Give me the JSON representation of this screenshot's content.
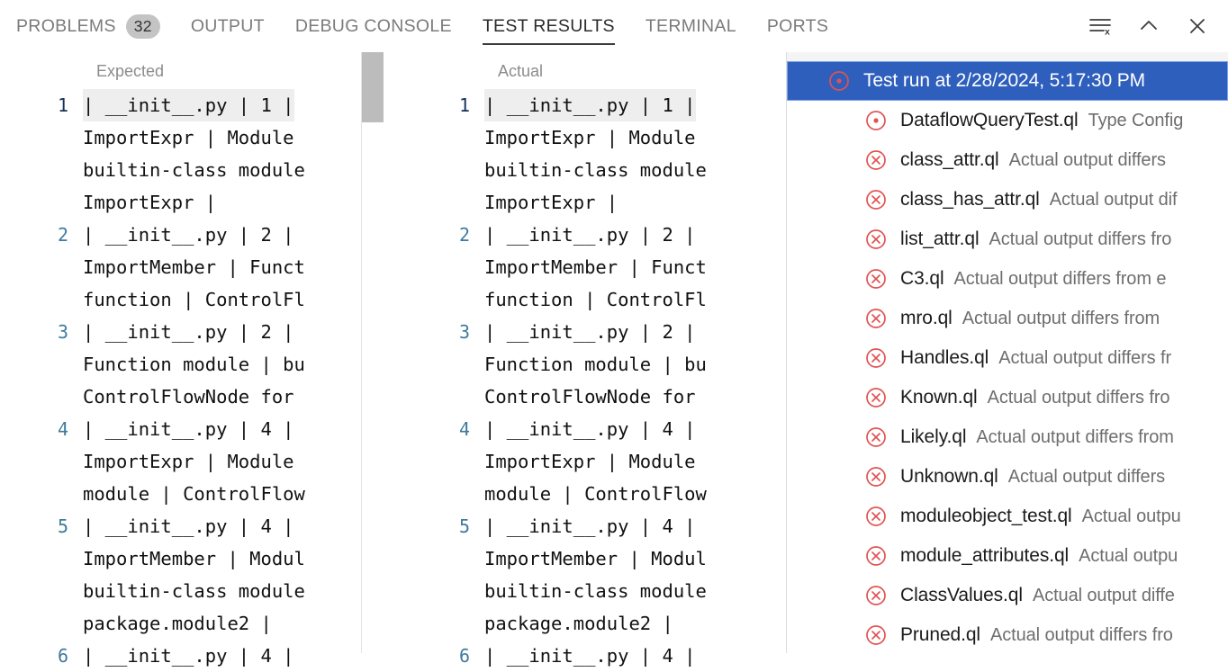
{
  "panel": {
    "tabs": [
      {
        "label": "PROBLEMS",
        "badge": "32",
        "active": false
      },
      {
        "label": "OUTPUT",
        "badge": null,
        "active": false
      },
      {
        "label": "DEBUG CONSOLE",
        "badge": null,
        "active": false
      },
      {
        "label": "TEST RESULTS",
        "badge": null,
        "active": true
      },
      {
        "label": "TERMINAL",
        "badge": null,
        "active": false
      },
      {
        "label": "PORTS",
        "badge": null,
        "active": false
      }
    ],
    "actions": [
      {
        "name": "clear-output-icon",
        "title": "Clear Output"
      },
      {
        "name": "chevron-up-icon",
        "title": "Maximize Panel Size"
      },
      {
        "name": "close-icon",
        "title": "Close Panel"
      }
    ],
    "accent_color": "#2f5fbd",
    "badge_color": "#c4c4c4",
    "active_tab_underline": "#3c3c3c"
  },
  "diff": {
    "expected": {
      "title": "Expected",
      "lines": [
        {
          "num": "1",
          "text": "| __init__.py | 1 | ImportExpr | Module builtin-class module ImportExpr |"
        },
        {
          "num": "2",
          "text": "| __init__.py | 2 | ImportMember | Funct function | ControlFl"
        },
        {
          "num": "3",
          "text": "| __init__.py | 2 | Function module | bu ControlFlowNode for"
        },
        {
          "num": "4",
          "text": "| __init__.py | 4 | ImportExpr | Module module | ControlFlow"
        },
        {
          "num": "5",
          "text": "| __init__.py | 4 | ImportMember | Modul builtin-class module package.module2 |"
        },
        {
          "num": "6",
          "text": "| __init__.py | 4 |"
        }
      ]
    },
    "actual": {
      "title": "Actual",
      "lines": [
        {
          "num": "1",
          "text": "| __init__.py | 1 | ImportExpr | Module builtin-class module ImportExpr |"
        },
        {
          "num": "2",
          "text": "| __init__.py | 2 | ImportMember | Funct function | ControlFl"
        },
        {
          "num": "3",
          "text": "| __init__.py | 2 | Function module | bu ControlFlowNode for"
        },
        {
          "num": "4",
          "text": "| __init__.py | 4 | ImportExpr | Module module | ControlFlow"
        },
        {
          "num": "5",
          "text": "| __init__.py | 4 | ImportMember | Modul builtin-class module package.module2 |"
        },
        {
          "num": "6",
          "text": "| __init__.py | 4 |"
        }
      ]
    }
  },
  "test_tree": {
    "rows": [
      {
        "icon": "circle-dot-icon",
        "name": "Test run at 2/28/2024, 5:17:30 PM",
        "desc": "",
        "level": "root",
        "selected": true
      },
      {
        "icon": "circle-dot-icon",
        "name": "DataflowQueryTest.ql",
        "desc": "Type Config",
        "level": "child",
        "selected": false
      },
      {
        "icon": "circle-x-icon",
        "name": "class_attr.ql",
        "desc": "Actual output differs",
        "level": "child",
        "selected": false
      },
      {
        "icon": "circle-x-icon",
        "name": "class_has_attr.ql",
        "desc": "Actual output dif",
        "level": "child",
        "selected": false
      },
      {
        "icon": "circle-x-icon",
        "name": "list_attr.ql",
        "desc": "Actual output differs fro",
        "level": "child",
        "selected": false
      },
      {
        "icon": "circle-x-icon",
        "name": "C3.ql",
        "desc": "Actual output differs from e",
        "level": "child",
        "selected": false
      },
      {
        "icon": "circle-x-icon",
        "name": "mro.ql",
        "desc": "Actual output differs from",
        "level": "child",
        "selected": false
      },
      {
        "icon": "circle-x-icon",
        "name": "Handles.ql",
        "desc": "Actual output differs fr",
        "level": "child",
        "selected": false
      },
      {
        "icon": "circle-x-icon",
        "name": "Known.ql",
        "desc": "Actual output differs fro",
        "level": "child",
        "selected": false
      },
      {
        "icon": "circle-x-icon",
        "name": "Likely.ql",
        "desc": "Actual output differs from",
        "level": "child",
        "selected": false
      },
      {
        "icon": "circle-x-icon",
        "name": "Unknown.ql",
        "desc": "Actual output differs",
        "level": "child",
        "selected": false
      },
      {
        "icon": "circle-x-icon",
        "name": "moduleobject_test.ql",
        "desc": "Actual outpu",
        "level": "child",
        "selected": false
      },
      {
        "icon": "circle-x-icon",
        "name": "module_attributes.ql",
        "desc": "Actual outpu",
        "level": "child",
        "selected": false
      },
      {
        "icon": "circle-x-icon",
        "name": "ClassValues.ql",
        "desc": "Actual output diffe",
        "level": "child",
        "selected": false
      },
      {
        "icon": "circle-x-icon",
        "name": "Pruned.ql",
        "desc": "Actual output differs fro",
        "level": "child",
        "selected": false
      }
    ],
    "status_color": "#e05252"
  }
}
